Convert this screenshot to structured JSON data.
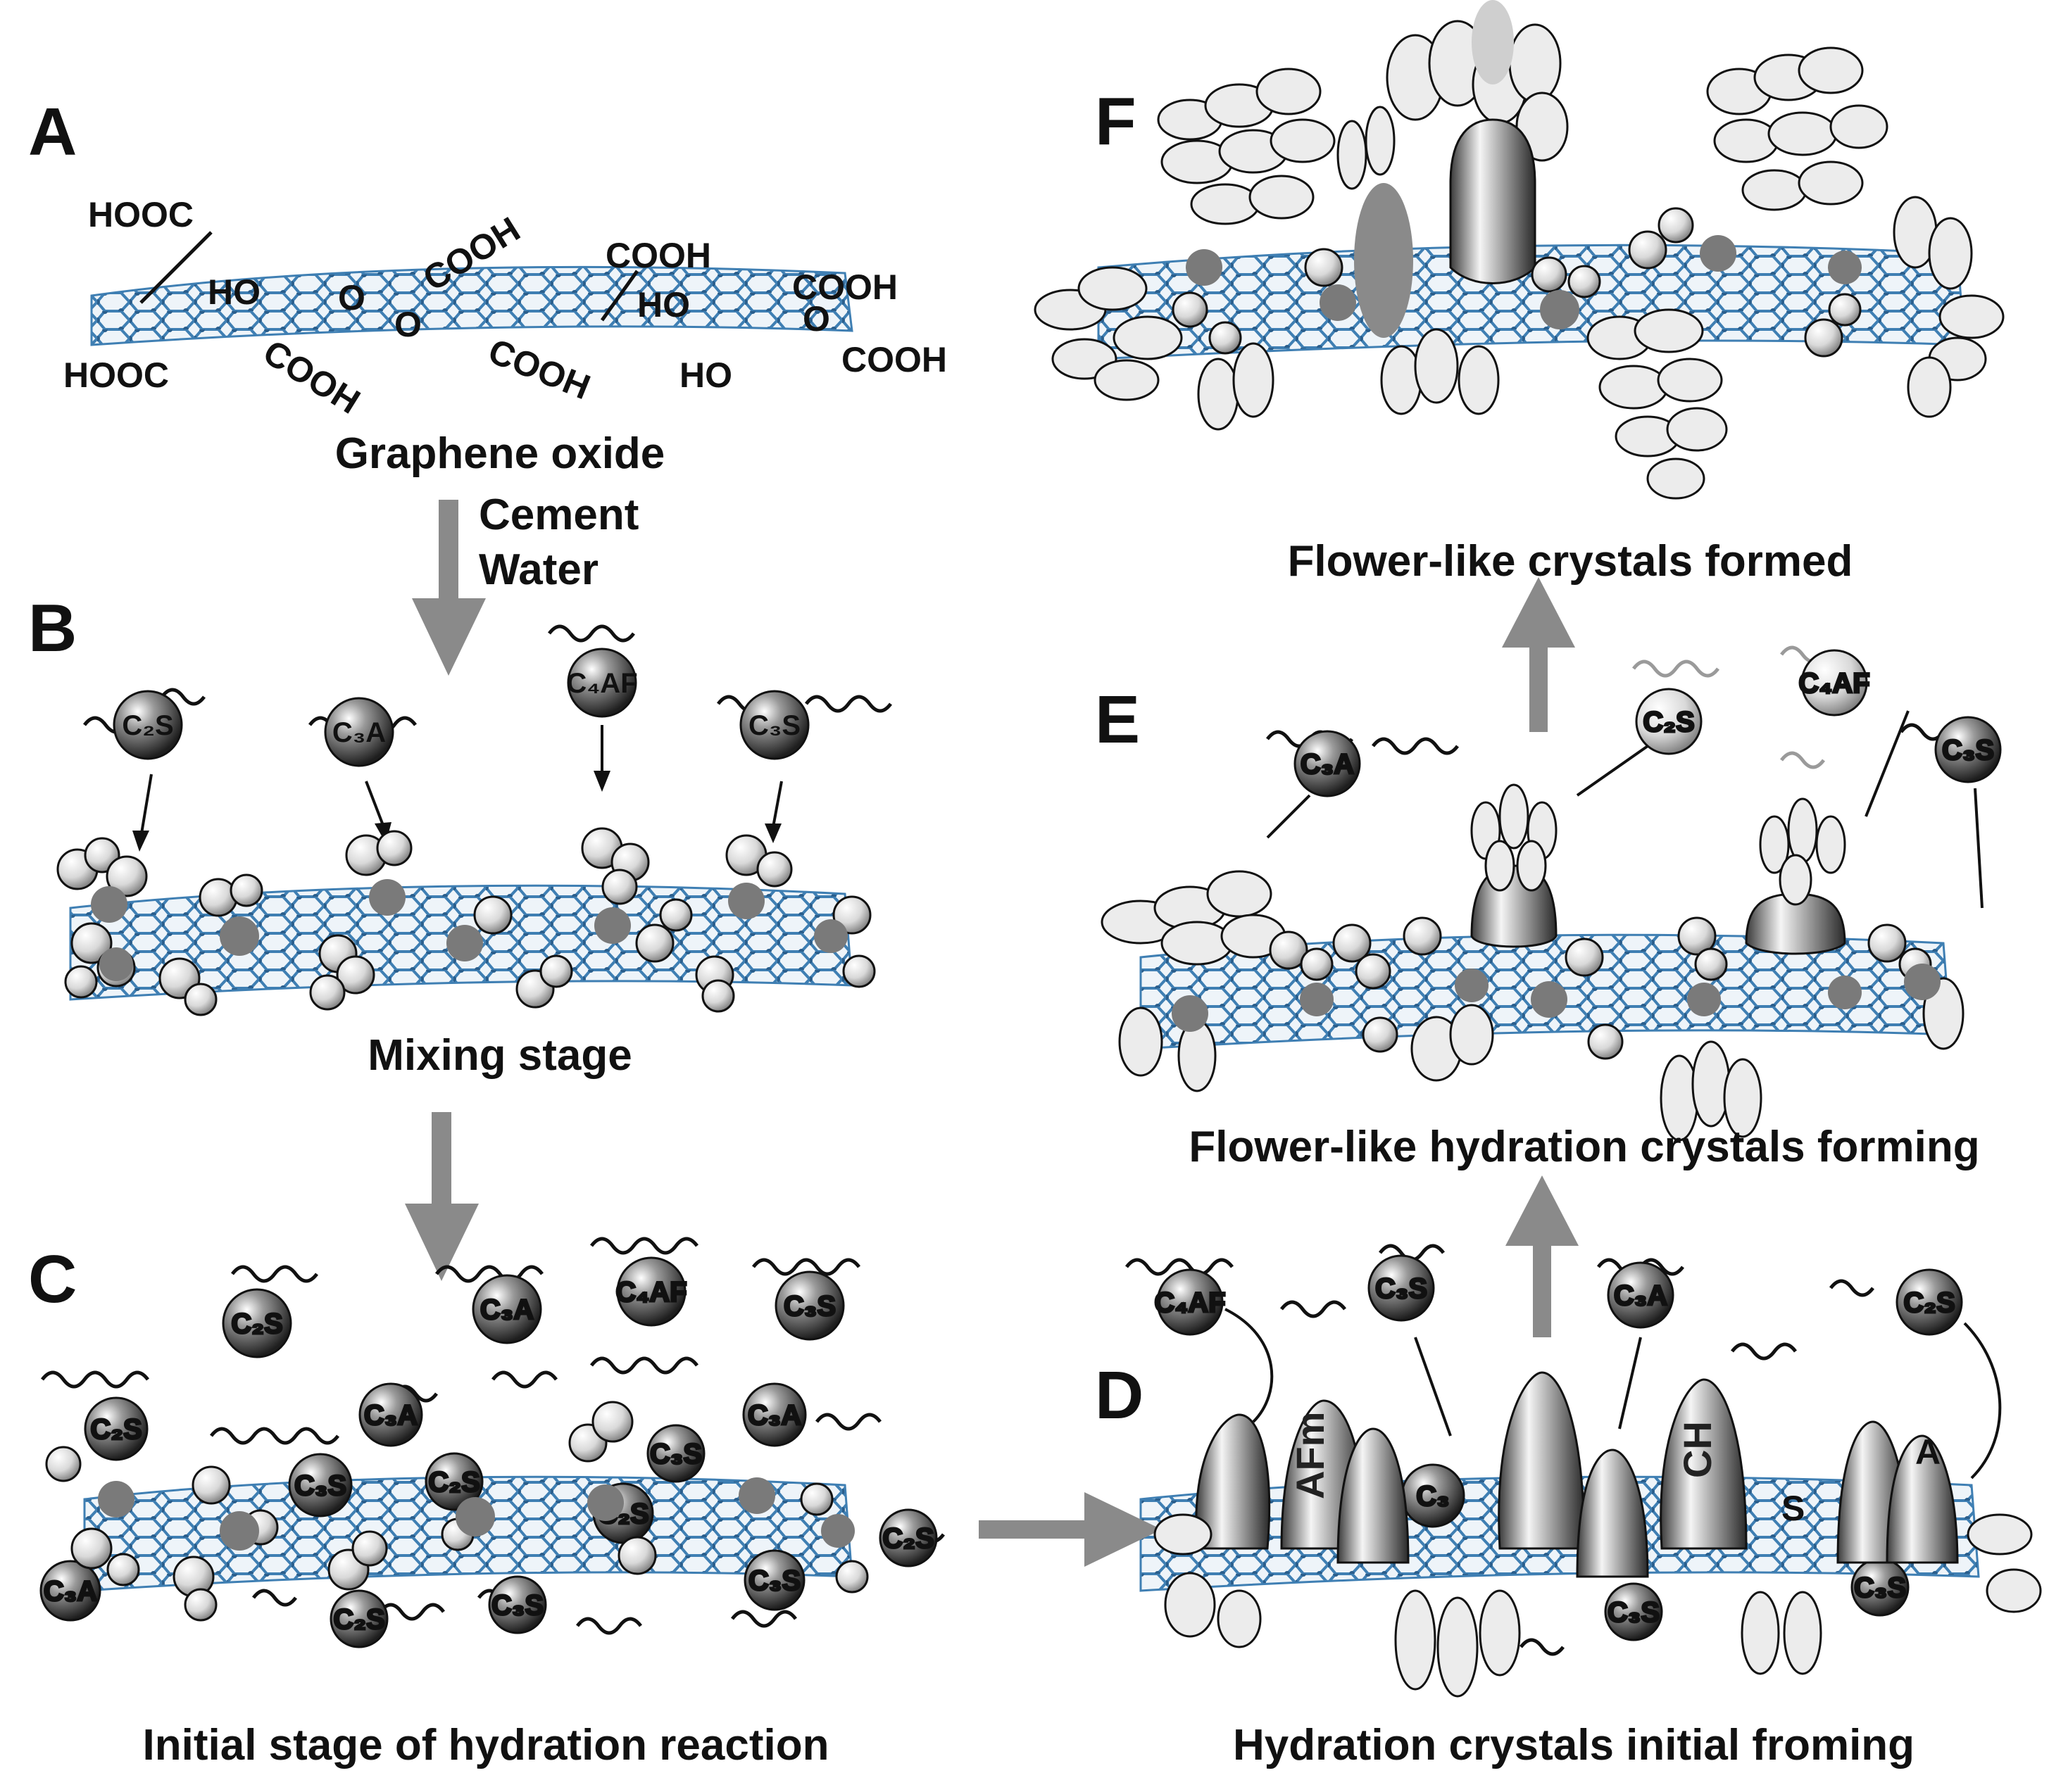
{
  "panels": {
    "A": {
      "label": "A",
      "caption": "Graphene oxide",
      "groups": [
        "HOOC",
        "HO",
        "O",
        "COOH",
        "O",
        "COOH",
        "HO",
        "COOH",
        "O",
        "HOOC",
        "COOH",
        "COOH",
        "HO",
        "COOH"
      ]
    },
    "B": {
      "label": "B",
      "caption": "Mixing stage",
      "reagents": [
        "Cement",
        "Water"
      ]
    },
    "C": {
      "label": "C",
      "caption": "Initial stage of hydration reaction"
    },
    "D": {
      "label": "D",
      "caption": "Hydration crystals initial froming",
      "crystal_labels": [
        "AFm",
        "CH"
      ]
    },
    "E": {
      "label": "E",
      "caption": "Flower-like hydration crystals forming"
    },
    "F": {
      "label": "F",
      "caption": "Flower-like crystals formed"
    }
  },
  "particles": {
    "c2s": "C₂S",
    "c3s": "C₃S",
    "c3a": "C₃A",
    "c4af": "C₄AF",
    "c3": "C₃",
    "s": "S",
    "a": "A"
  },
  "colors": {
    "graphene": "#3f7fb3",
    "arrow": "#8a8a8a",
    "particle": "#555555",
    "product": "#d6d6d6"
  }
}
